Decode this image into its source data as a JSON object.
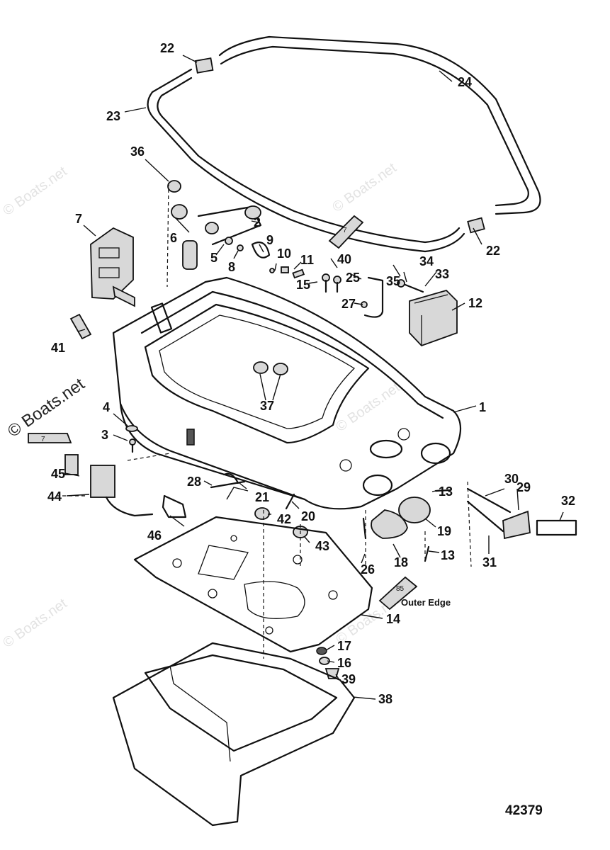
{
  "diagram": {
    "callouts": [
      "1",
      "2",
      "3",
      "4",
      "5",
      "6",
      "7",
      "8",
      "9",
      "10",
      "11",
      "12",
      "13",
      "13",
      "14",
      "15",
      "16",
      "17",
      "18",
      "19",
      "20",
      "21",
      "21",
      "22",
      "22",
      "23",
      "24",
      "25",
      "26",
      "27",
      "28",
      "29",
      "30",
      "31",
      "32",
      "33",
      "34",
      "35",
      "36",
      "37",
      "38",
      "39",
      "40",
      "41",
      "42",
      "43",
      "44",
      "45",
      "46"
    ],
    "note_outer_edge": "Outer Edge",
    "figure_number": "42379",
    "watermark": "© Boats.net",
    "sealant_tube_codes": [
      "7",
      "7",
      "85"
    ]
  }
}
